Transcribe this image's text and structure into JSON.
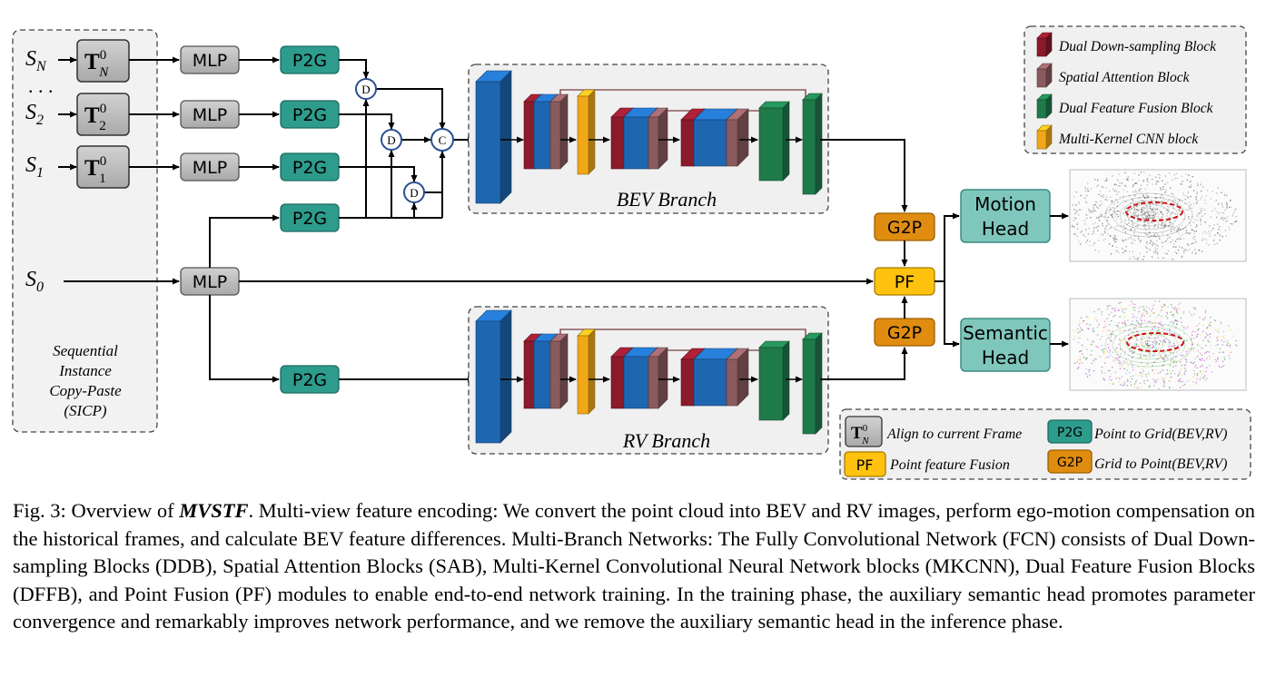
{
  "inputs": {
    "sN": {
      "base": "S",
      "sub": "N"
    },
    "dots": ". . .",
    "s2": {
      "base": "S",
      "sub": "2"
    },
    "s1": {
      "base": "S",
      "sub": "1"
    },
    "s0": {
      "base": "S",
      "sub": "0"
    }
  },
  "transforms": {
    "tN": {
      "base": "T",
      "sup": "0",
      "sub": "N"
    },
    "t2": {
      "base": "T",
      "sup": "0",
      "sub": "2"
    },
    "t1": {
      "base": "T",
      "sup": "0",
      "sub": "1"
    }
  },
  "blocks": {
    "mlp": "MLP",
    "p2g": "P2G",
    "g2p": "G2P",
    "pf": "PF",
    "diff_op": "D",
    "concat_op": "C"
  },
  "sicp": {
    "lines": [
      "Sequential",
      "Instance",
      "Copy-Paste",
      "(SICP)"
    ]
  },
  "branches": {
    "bev": "BEV  Branch",
    "rv": "RV  Branch"
  },
  "heads": {
    "motion": [
      "Motion",
      "Head"
    ],
    "semantic": [
      "Semantic",
      "Head"
    ]
  },
  "legend_blocks": [
    {
      "label": "Dual Down-sampling Block",
      "color": "#8b1a2b"
    },
    {
      "label": "Spatial Attention Block",
      "color": "#8a5a5e"
    },
    {
      "label": "Dual Feature Fusion Block",
      "color": "#1f7a4a"
    },
    {
      "label": "Multi-Kernel CNN block",
      "color": "#f0a818"
    }
  ],
  "legend_symbols": {
    "align": {
      "sym_base": "T",
      "sym_sup": "0",
      "sym_sub": "N",
      "text": "Align to current Frame"
    },
    "p2g": {
      "sym": "P2G",
      "text": "Point to Grid(BEV,RV)"
    },
    "pf": {
      "sym": "PF",
      "text": "Point feature Fusion"
    },
    "g2p": {
      "sym": "G2P",
      "text": "Grid to Point(BEV,RV)"
    }
  },
  "colors": {
    "blue": "#1f66b0",
    "dark_red": "#8b1a2b",
    "mauve": "#8a5a5e",
    "green": "#1f7a4a",
    "orange": "#f0a818",
    "teal": "#2e9c8c",
    "g2p": "#e08c10",
    "pf": "#ffc20e",
    "head": "#7fc7bd"
  },
  "caption": {
    "prefix": "Fig. 3: Overview of ",
    "name": "MVSTF",
    "body": ". Multi-view feature encoding: We convert the point cloud into BEV and RV images, perform ego-motion compensation on the historical frames, and calculate BEV feature differences. Multi-Branch Networks: The Fully Convolutional Network (FCN) consists of Dual Down-sampling Blocks (DDB), Spatial Attention Blocks (SAB), Multi-Kernel Convolutional Neural Network blocks (MKCNN), Dual Feature Fusion Blocks (DFFB), and Point Fusion (PF) modules to enable end-to-end network training. In the training phase, the auxiliary semantic head promotes parameter convergence and remarkably improves network performance, and we remove the auxiliary semantic head in the inference phase."
  }
}
